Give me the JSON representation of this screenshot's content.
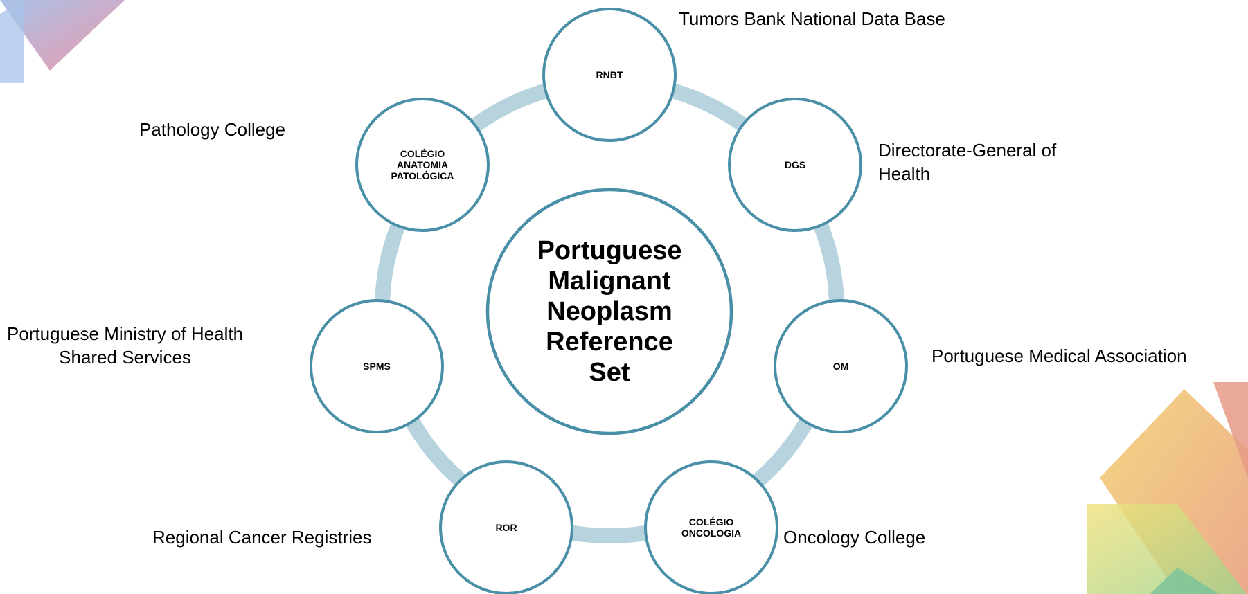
{
  "center": {
    "label": "Portuguese\nMalignant\nNeoplasm\nReference\nSet"
  },
  "nodes": [
    {
      "id": "rnbt",
      "acronym": "RNBT",
      "description": "Tumors Bank National Data Base"
    },
    {
      "id": "dgs",
      "acronym": "DGS",
      "description": "Directorate-General of\nHealth"
    },
    {
      "id": "om",
      "acronym": "OM",
      "description": "Portuguese Medical Association"
    },
    {
      "id": "colegio-oncologia",
      "acronym": "COLÉGIO\nONCOLOGIA",
      "description": "Oncology College"
    },
    {
      "id": "ror",
      "acronym": "ROR",
      "description": "Regional Cancer Registries"
    },
    {
      "id": "spms",
      "acronym": "SPMS",
      "description": "Portuguese Ministry of Health\nShared Services"
    },
    {
      "id": "colegio-anatomia",
      "acronym": "COLÉGIO\nANATOMIA\nPATOLÓGICA",
      "description": "Pathology College"
    }
  ],
  "colors": {
    "ring": "#b6d3de",
    "circle_stroke": "#4a8fa8",
    "decor_top_left": [
      "#e8879c",
      "#9ab7e4"
    ],
    "decor_bottom_right": [
      "#f0c96a",
      "#e8a27a",
      "#cfe07a",
      "#7cc49a"
    ]
  }
}
